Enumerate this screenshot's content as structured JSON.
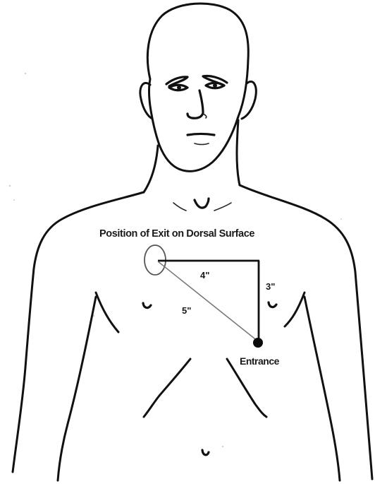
{
  "labels": {
    "exit_position": "Position of Exit on Dorsal Surface",
    "horizontal_distance": "4\"",
    "vertical_distance": "3\"",
    "diagonal_distance": "5\"",
    "entrance": "Entrance"
  },
  "colors": {
    "ink": "#111111",
    "background": "#ffffff"
  }
}
